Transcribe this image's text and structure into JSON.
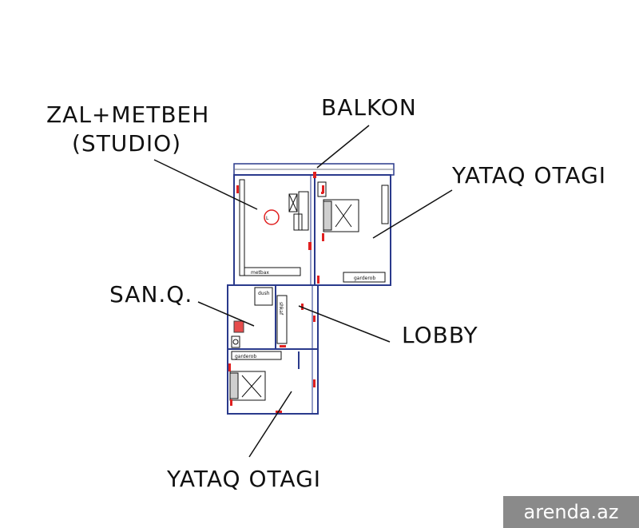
{
  "labels": {
    "zal_line1": "ZAL+METBEH",
    "zal_line2": "(STUDIO)",
    "balkon": "BALKON",
    "yataq_top": "YATAQ  OTAGI",
    "san": "SAN.Q.",
    "lobby": "LOBBY",
    "yataq_bottom": "YATAQ  OTAGI"
  },
  "plan_labels": {
    "metbax": "metbax",
    "garderob_top": "garderob",
    "dush": "dush",
    "shkaf": "shkaf",
    "garderob_bottom": "garderob",
    "clock": "L"
  },
  "watermark": "arenda.az",
  "colors": {
    "wall": "#2a3a8c",
    "accent": "#e02020",
    "wall_gray": "#6f7480"
  }
}
